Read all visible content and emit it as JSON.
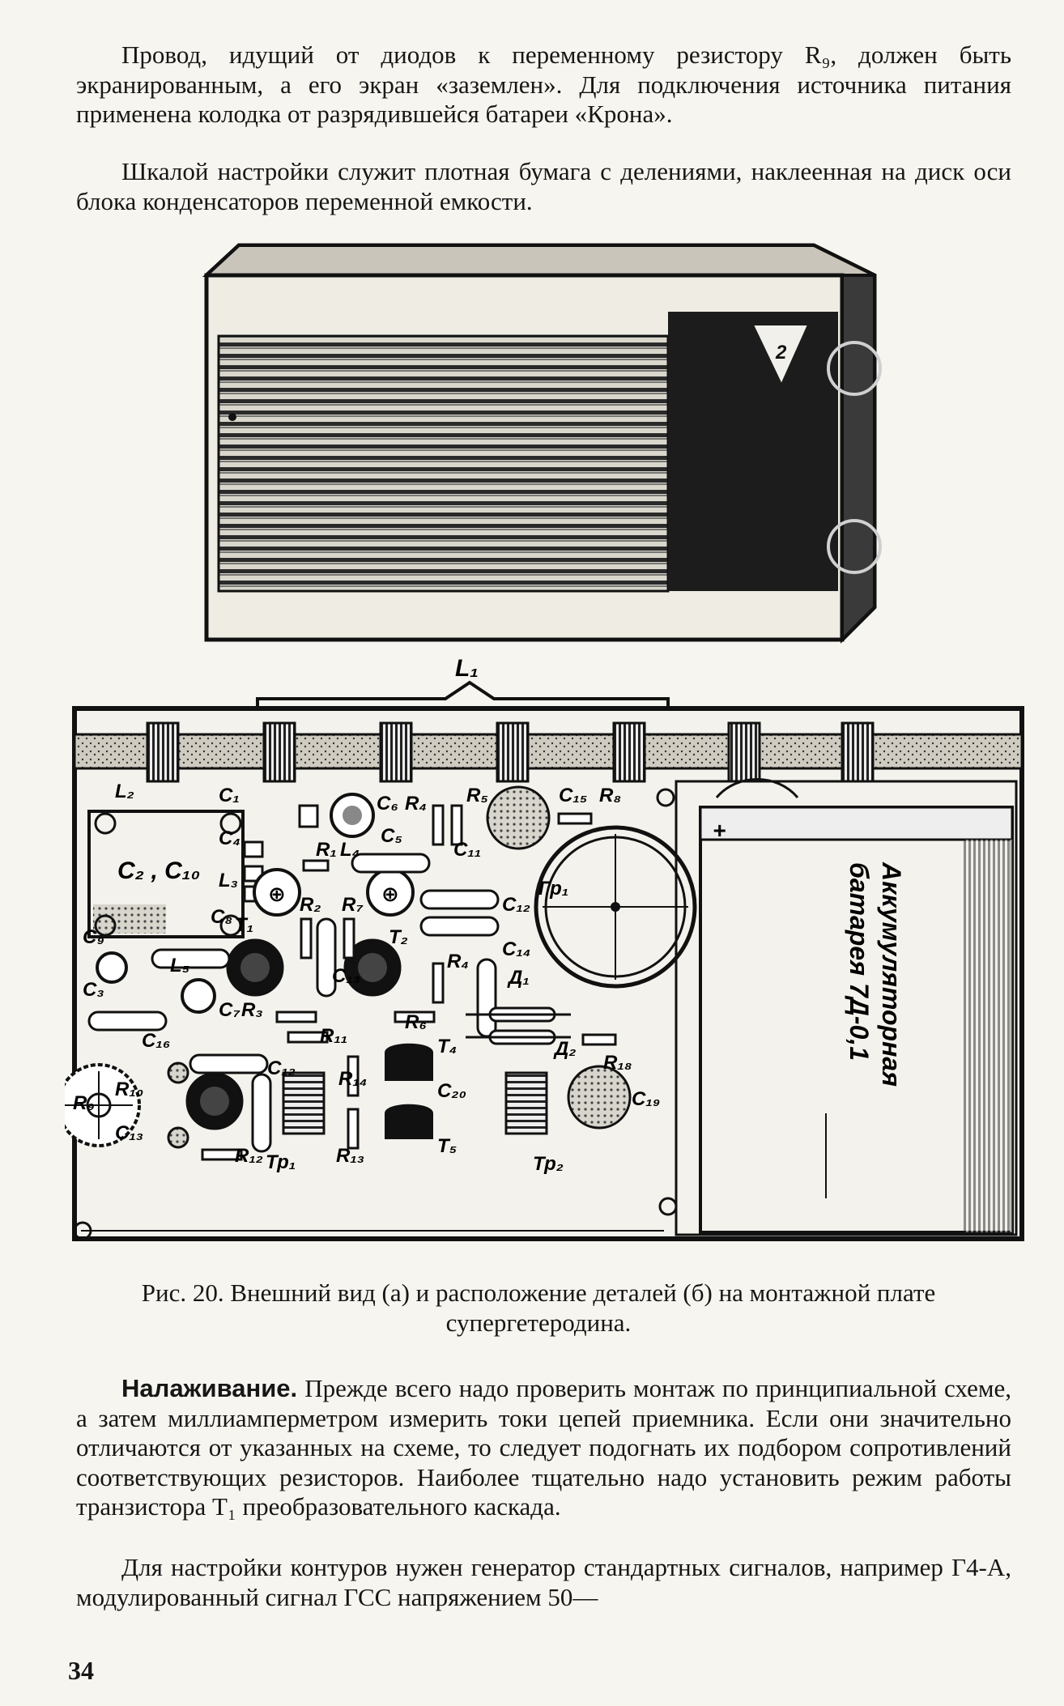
{
  "text": {
    "para1": "Провод, идущий от диодов к переменному резистору R₉, должен быть экранированным, а его экран «заземлен». Для подключения источника питания применена колодка от разрядившейся батареи «Крона».",
    "para2": "Шкалой настройки служит плотная бумага с делениями, наклеенная на диск оси блока конденсаторов переменной емкости.",
    "caption_label": "Рис. 20.",
    "caption_text": "Внешний вид (а) и расположение деталей (б) на монтажной плате супергетеродина.",
    "para3_lead": "Налаживание.",
    "para3_body": "Прежде всего надо проверить монтаж по принципиальной схеме, а затем миллиамперметром измерить токи цепей приемника. Если они значительно отличаются от указанных на схеме, то следует подогнать их подбором сопротивлений соответствующих резисторов. Наиболее тщательно надо установить режим работы транзистора T₁ преобразовательного каскада.",
    "para4": "Для настройки контуров нужен генератор стандартных сигналов, например Г4-А, модулированный сигнал ГСС напряжением 50—",
    "page_number": "34"
  },
  "figure": {
    "dial_mark": "2",
    "antenna_label": "L₁",
    "battery_label_line1": "Аккумуляторная",
    "battery_label_line2": "батарея 7Д-0,1",
    "battery_plus": "+",
    "components": [
      {
        "id": "L2",
        "text": "L₂"
      },
      {
        "id": "C1a",
        "text": "C₁"
      },
      {
        "id": "C2C10",
        "text": "C₂ , C₁₀"
      },
      {
        "id": "C4",
        "text": "C₄"
      },
      {
        "id": "C5",
        "text": "C₅"
      },
      {
        "id": "C6",
        "text": "C₆"
      },
      {
        "id": "R4a",
        "text": "R₄"
      },
      {
        "id": "R5",
        "text": "R₅"
      },
      {
        "id": "C15",
        "text": "C₁₅"
      },
      {
        "id": "R8",
        "text": "R₈"
      },
      {
        "id": "L3",
        "text": "L₃"
      },
      {
        "id": "R1",
        "text": "R₁"
      },
      {
        "id": "L4",
        "text": "L₄"
      },
      {
        "id": "C11",
        "text": "C₁₁"
      },
      {
        "id": "C8",
        "text": "C₈"
      },
      {
        "id": "T1",
        "text": "T₁"
      },
      {
        "id": "R2",
        "text": "R₂"
      },
      {
        "id": "R7",
        "text": "R₇"
      },
      {
        "id": "T2",
        "text": "T₂"
      },
      {
        "id": "C12a",
        "text": "C₁₂"
      },
      {
        "id": "Gr1",
        "text": "Гр₁"
      },
      {
        "id": "C9",
        "text": "C₉"
      },
      {
        "id": "C3",
        "text": "C₃"
      },
      {
        "id": "L5",
        "text": "L₅"
      },
      {
        "id": "C13a",
        "text": "C₁₃"
      },
      {
        "id": "R4b",
        "text": "R₄"
      },
      {
        "id": "C14",
        "text": "C₁₄"
      },
      {
        "id": "D1",
        "text": "Д₁"
      },
      {
        "id": "C7",
        "text": "C₇"
      },
      {
        "id": "R3",
        "text": "R₃"
      },
      {
        "id": "R6",
        "text": "R₆"
      },
      {
        "id": "R11",
        "text": "R₁₁"
      },
      {
        "id": "C16",
        "text": "C₁₆"
      },
      {
        "id": "C12b",
        "text": "C₁₂"
      },
      {
        "id": "T4",
        "text": "T₄"
      },
      {
        "id": "R14",
        "text": "R₁₄"
      },
      {
        "id": "D2",
        "text": "Д₂"
      },
      {
        "id": "R18",
        "text": "R₁₈"
      },
      {
        "id": "R9",
        "text": "R₉"
      },
      {
        "id": "R10",
        "text": "R₁₀"
      },
      {
        "id": "C20",
        "text": "C₂₀"
      },
      {
        "id": "C19",
        "text": "C₁₉"
      },
      {
        "id": "C13b",
        "text": "C₁₃"
      },
      {
        "id": "R12",
        "text": "R₁₂"
      },
      {
        "id": "Tr1",
        "text": "Тр₁"
      },
      {
        "id": "R13",
        "text": "R₁₃"
      },
      {
        "id": "T5",
        "text": "T₅"
      },
      {
        "id": "Tr2",
        "text": "Тр₂"
      }
    ]
  }
}
